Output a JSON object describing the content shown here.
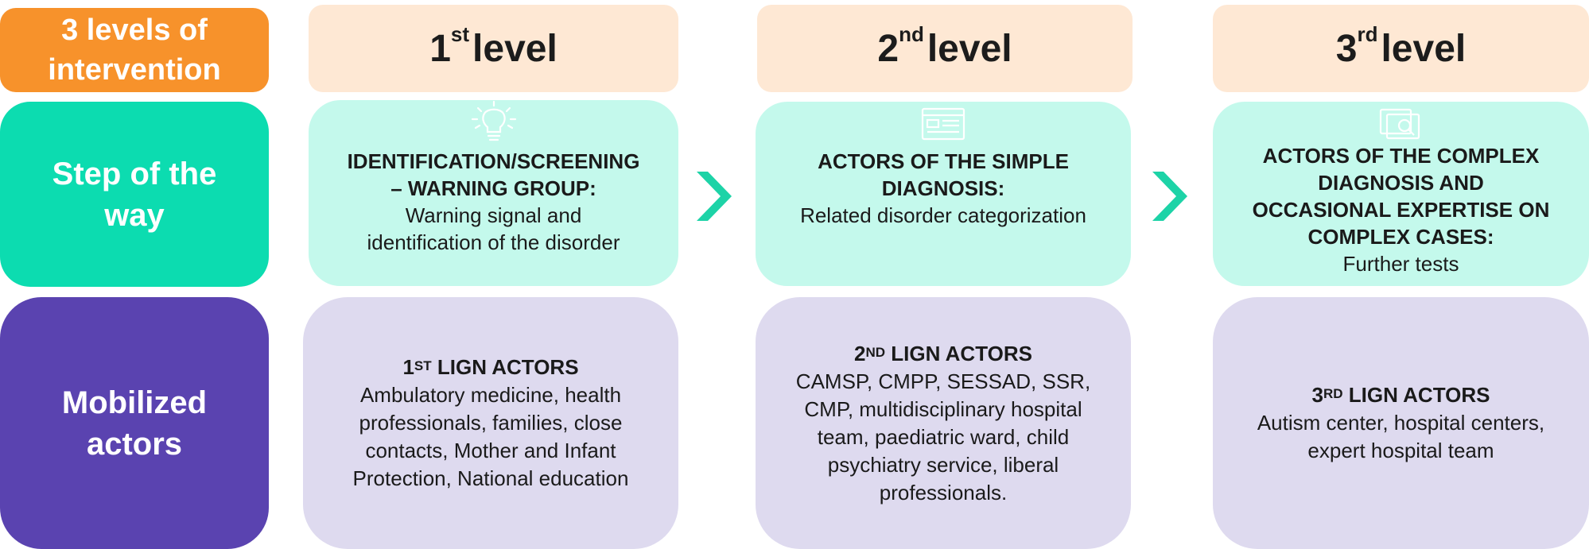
{
  "row_labels": {
    "levels": [
      "3 levels of",
      "intervention"
    ],
    "step": [
      "Step of the",
      "way"
    ],
    "actors": [
      "Mobilized",
      "actors"
    ]
  },
  "headers": [
    {
      "num": "1",
      "sup": "st",
      "word": "level"
    },
    {
      "num": "2",
      "sup": "nd",
      "word": "level"
    },
    {
      "num": "3",
      "sup": "rd",
      "word": "level"
    }
  ],
  "steps": [
    {
      "icon": "lightbulb-icon",
      "title_lines": [
        "IDENTIFICATION/SCREENING",
        "– WARNING GROUP:"
      ],
      "body_lines": [
        "Warning signal and",
        "identification of the disorder"
      ]
    },
    {
      "icon": "document-icon",
      "title_lines": [
        "ACTORS OF THE SIMPLE",
        "DIAGNOSIS:"
      ],
      "body_lines": [
        "Related disorder categorization"
      ]
    },
    {
      "icon": "folder-search-icon",
      "title_lines": [
        "ACTORS OF THE  COMPLEX",
        "DIAGNOSIS AND",
        "OCCASIONAL EXPERTISE ON",
        "COMPLEX CASES:"
      ],
      "body_lines": [
        "Further tests"
      ]
    }
  ],
  "actors": [
    {
      "num": "1",
      "sup": "ST",
      "word": " LIGN ACTORS",
      "body_lines": [
        "Ambulatory medicine, health",
        "professionals, families, close",
        "contacts, Mother and Infant",
        "Protection, National education"
      ]
    },
    {
      "num": "2",
      "sup": "ND",
      "word": " LIGN ACTORS",
      "body_lines": [
        "CAMSP, CMPP, SESSAD, SSR,",
        "CMP, multidisciplinary hospital",
        "team, paediatric ward, child",
        "psychiatry service, liberal",
        "professionals."
      ]
    },
    {
      "num": "3",
      "sup": "RD",
      "word": " LIGN ACTORS",
      "body_lines": [
        "Autism center, hospital centers,",
        "expert hospital team"
      ]
    }
  ],
  "colors": {
    "orange": "#f7922b",
    "teal": "#0cdcb0",
    "purple": "#5a43b0",
    "header_bg": "#fee8d4",
    "step_bg": "#c4f9ec",
    "actor_bg": "#dedaef",
    "arrow": "#1dd3a7"
  }
}
